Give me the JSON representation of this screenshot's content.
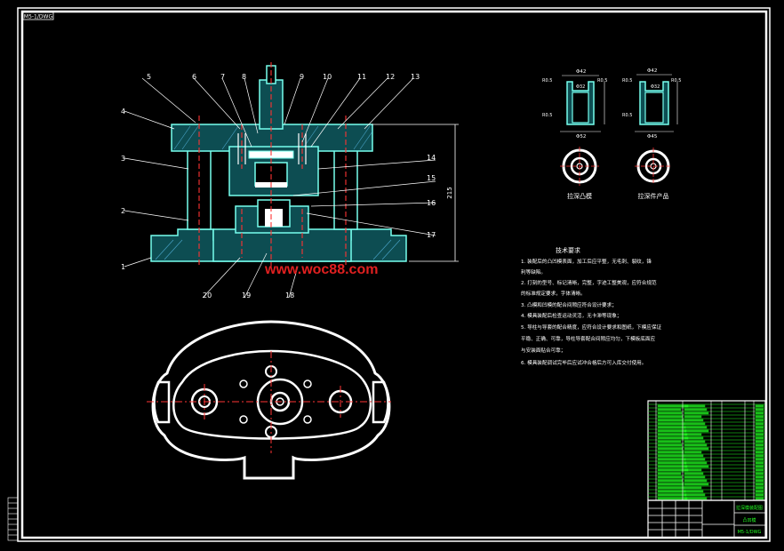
{
  "corner_tag": "M5-1/DWG",
  "part_labels": [
    "1",
    "2",
    "3",
    "4",
    "5",
    "6",
    "7",
    "8",
    "9",
    "10",
    "11",
    "12",
    "13",
    "14",
    "15",
    "16",
    "17",
    "18",
    "19",
    "20"
  ],
  "dimension": "215",
  "detail_dims": {
    "a_top": "Φ42",
    "a_left": "R0.5",
    "a_right": "R0.5",
    "a_inner": "Φ32",
    "a_bottom": "Φ52",
    "a_mid_left": "R0.5",
    "b_top": "Φ42",
    "b_left": "R0.5",
    "b_right": "R0.5",
    "b_inner": "Φ32",
    "b_bottom": "Φ45",
    "b_mid_left": "R0.5"
  },
  "detail_captions": [
    "拉深凸模",
    "拉深件产品"
  ],
  "tech_title": "技术要求",
  "tech_notes": [
    "1. 装配后的凸凹模表面，加工后应平整，无毛刺、裂纹，锋",
    "   利等缺陷。",
    "2. 打刻的型号、标记清晰，完整，字迹工整美观，应符合规范",
    "   的标准规定要求，字体清晰。",
    "3. 凸模和凹模的配合间隙应符合设计要求；",
    "4. 模具装配后检查运动灵活，无卡滞等现象；",
    "5. 导柱与导套的配合精度，应符合设计要求和图纸，下模应保证",
    "   平稳、正确、可靠，导柱导套配合间隙应均匀，下模板底面应",
    "   与安装面贴合可靠；",
    "6. 模具装配调试完毕后应试冲合格后方可入库交付使用。"
  ],
  "watermark": "www.woc88.com",
  "title_block": [
    "拉深模装配图",
    "凸凹模",
    "M5-1/DWG"
  ]
}
